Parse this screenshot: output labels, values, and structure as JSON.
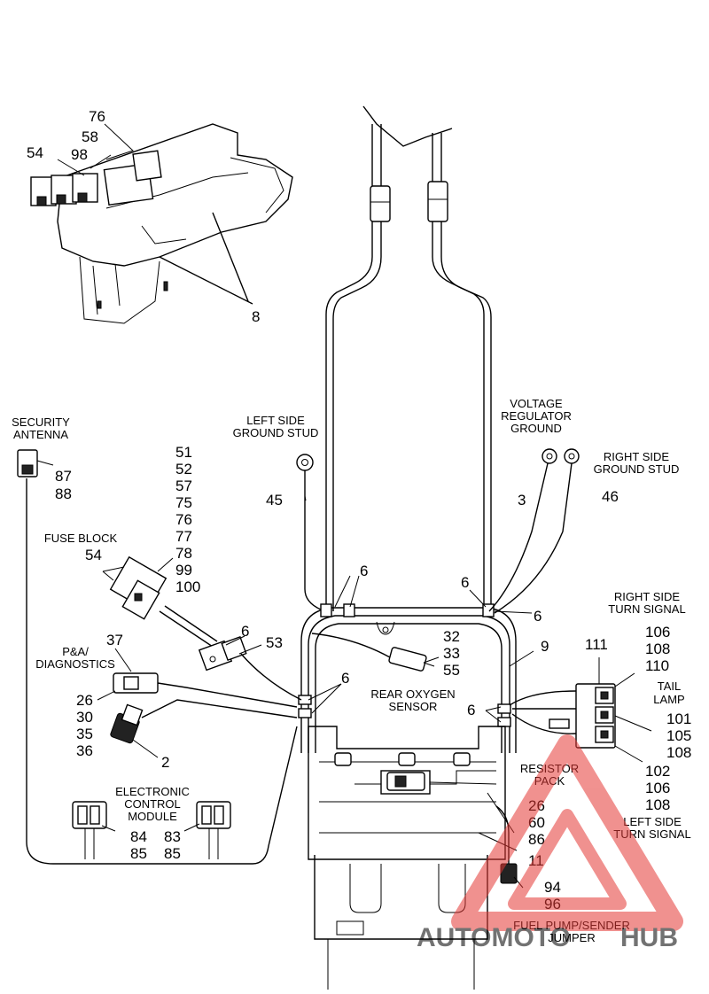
{
  "callouts": {
    "c76": "76",
    "c58": "58",
    "c54a": "54",
    "c98": "98",
    "c8": "8",
    "c87": "87",
    "c88": "88",
    "c51": "51",
    "c52": "52",
    "c57": "57",
    "c75": "75",
    "c76b": "76",
    "c77": "77",
    "c78": "78",
    "c99": "99",
    "c100": "100",
    "c54b": "54",
    "c45": "45",
    "c3": "3",
    "c46": "46",
    "c6a": "6",
    "c6b": "6",
    "c6c": "6",
    "c6d": "6",
    "c6e": "6",
    "c6f": "6",
    "c53": "53",
    "c37": "37",
    "c32": "32",
    "c33": "33",
    "c55": "55",
    "c9": "9",
    "c111": "111",
    "c106a": "106",
    "c108a": "108",
    "c110": "110",
    "c101": "101",
    "c105": "105",
    "c108b": "108",
    "c102": "102",
    "c106b": "106",
    "c108c": "108",
    "c26a": "26",
    "c30": "30",
    "c35": "35",
    "c36": "36",
    "c2": "2",
    "c84": "84",
    "c85a": "85",
    "c83": "83",
    "c85b": "85",
    "c26b": "26",
    "c60": "60",
    "c86": "86",
    "c11": "11",
    "c94": "94",
    "c96": "96"
  },
  "labels": {
    "security_antenna": [
      "SECURITY",
      "ANTENNA"
    ],
    "left_ground": [
      "LEFT SIDE",
      "GROUND STUD"
    ],
    "voltage_reg": [
      "VOLTAGE",
      "REGULATOR",
      "GROUND"
    ],
    "right_ground": [
      "RIGHT SIDE",
      "GROUND STUD"
    ],
    "fuse_block": "FUSE BLOCK",
    "pa_diag": [
      "P&A/",
      "DIAGNOSTICS"
    ],
    "rear_o2": [
      "REAR OXYGEN",
      "SENSOR"
    ],
    "right_turn": [
      "RIGHT SIDE",
      "TURN SIGNAL"
    ],
    "tail_lamp": [
      "TAIL",
      "LAMP"
    ],
    "resistor_pack": [
      "RESISTOR",
      "PACK"
    ],
    "left_turn": [
      "LEFT SIDE",
      "TURN SIGNAL"
    ],
    "ecm": [
      "ELECTRONIC",
      "CONTROL",
      "MODULE"
    ],
    "fuel_pump": [
      "FUEL PUMP/SENDER",
      "JUMPER"
    ]
  },
  "watermark": {
    "text_left": "AUTOMOTO",
    "text_right": "HUB",
    "color": "#e53935"
  }
}
